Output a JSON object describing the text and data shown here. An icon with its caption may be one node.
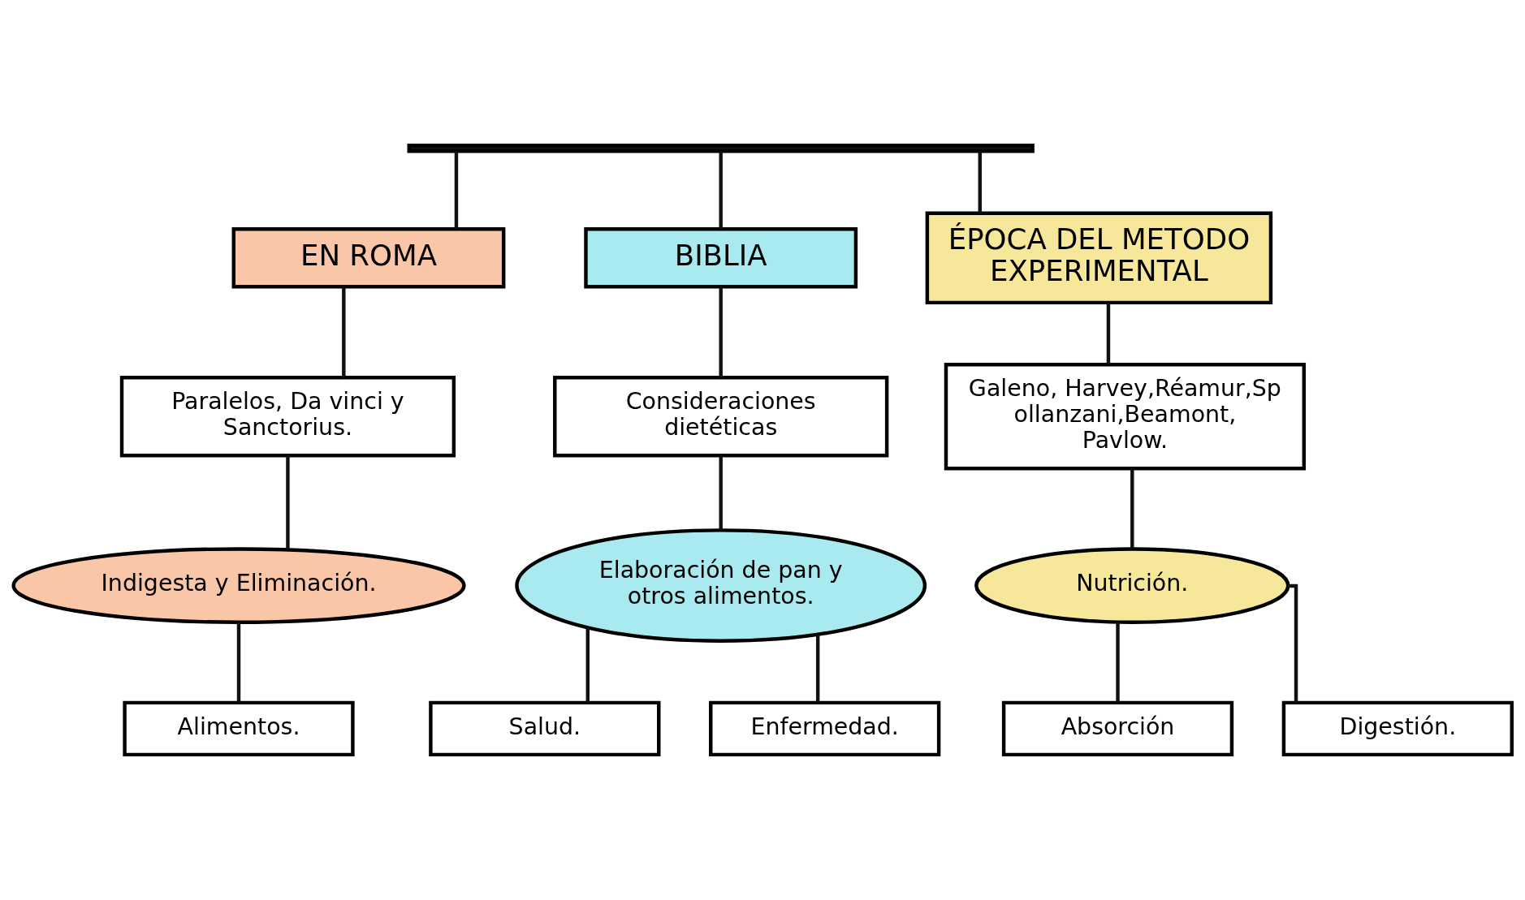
{
  "diagram": {
    "nodes": [
      {
        "text": [],
        "shape": "bar"
      },
      {
        "text": [
          "EN ROMA"
        ]
      },
      {
        "text": [
          "BIBLIA"
        ]
      },
      {
        "text": [
          "ÉPOCA DEL METODO EXPERIMENTAL"
        ]
      },
      {
        "text": [
          "Paralelos, Da vinci y Sanctorius."
        ]
      },
      {
        "text": [
          "Consideraciones dietéticas"
        ]
      },
      {
        "text": [
          "Galeno, Harvey,Réamur,Spollanzani,Beamont, Pavlow."
        ]
      },
      {
        "text": [
          "Indigesta y Eliminación."
        ]
      },
      {
        "text": [
          "Elaboración de pan y otros alimentos."
        ]
      },
      {
        "text": [
          "Nutrición."
        ]
      },
      {
        "text": [
          "Alimentos."
        ]
      },
      {
        "text": [
          "Salud."
        ]
      },
      {
        "text": [
          "Enfermedad."
        ]
      },
      {
        "text": [
          "Absorción"
        ]
      },
      {
        "text": [
          "Digestión."
        ]
      }
    ],
    "edges": [
      {
        "from": 0,
        "to": 1,
        "arrow": "none"
      },
      {
        "from": 0,
        "to": 2,
        "arrow": "none"
      },
      {
        "from": 0,
        "to": 3,
        "arrow": "none"
      },
      {
        "from": 1,
        "to": 4,
        "arrow": "none"
      },
      {
        "from": 2,
        "to": 5,
        "arrow": "none"
      },
      {
        "from": 3,
        "to": 6,
        "arrow": "none"
      },
      {
        "from": 4,
        "to": 7,
        "arrow": "none"
      },
      {
        "from": 5,
        "to": 8,
        "arrow": "none"
      },
      {
        "from": 6,
        "to": 9,
        "arrow": "none"
      },
      {
        "from": 7,
        "to": 10,
        "arrow": "none"
      },
      {
        "from": 8,
        "to": 11,
        "arrow": "none"
      },
      {
        "from": 8,
        "to": 12,
        "arrow": "none"
      },
      {
        "from": 9,
        "to": 13,
        "arrow": "none"
      },
      {
        "from": 9,
        "to": 14,
        "arrow": "none"
      }
    ]
  }
}
